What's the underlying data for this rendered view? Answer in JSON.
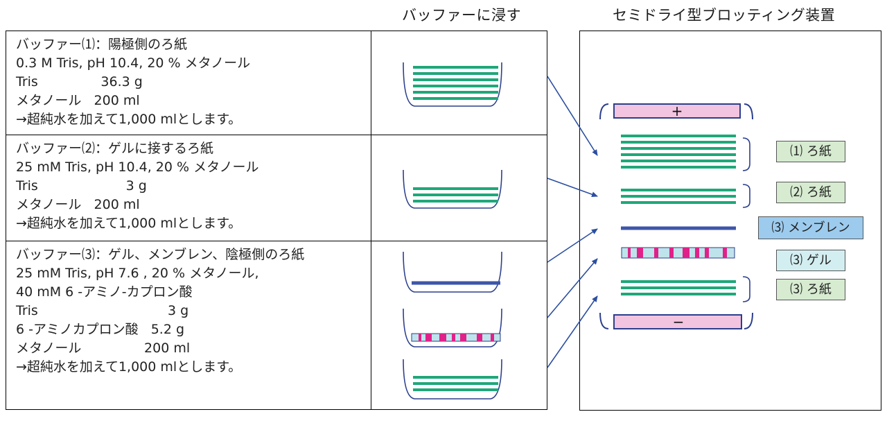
{
  "headers": {
    "soak": "バッファーに浸す",
    "apparatus": "セミドライ型ブロッティング装置"
  },
  "buffers": [
    {
      "lines": [
        "バッファー⑴：陽極側のろ紙",
        "0.3 M Tris, pH 10.4, 20 % メタノール",
        "Tris               36.3 g",
        "メタノール   200 ml",
        "→超純水を加えて1,000 mlとします。"
      ]
    },
    {
      "lines": [
        "バッファー⑵：ゲルに接するろ紙",
        "25 mM Tris, pH 10.4, 20 % メタノール",
        "Tris                     3 g",
        "メタノール   200 ml",
        "→超純水を加えて1,000 mlとします。"
      ]
    },
    {
      "lines": [
        "バッファー⑶：ゲル、メンブレン、陰極側のろ紙",
        "25 mM Tris, pH 7.6 , 20 % メタノール,",
        "40 mM 6 -アミノ-カプロン酸",
        "Tris                               3 g",
        "6 -アミノカプロン酸   5.2 g",
        "メタノール               200 ml",
        "→超純水を加えて1,000 mlとします。"
      ]
    }
  ],
  "stack": {
    "anode_symbol": "+",
    "cathode_symbol": "−"
  },
  "tags": {
    "paper1": "⑴ ろ紙",
    "paper2": "⑵ ろ紙",
    "membrane": "⑶ メンブレン",
    "gel": "⑶ ゲル",
    "paper3": "⑶ ろ紙"
  },
  "colors": {
    "filter_paper": "#1fa77a",
    "membrane": "#3c56a8",
    "gel_fill": "#bfe3ea",
    "gel_band": "#e0218a",
    "electrode": "#f2c4e0",
    "electrode_border": "#2b3e8c",
    "arrow": "#2b4ea0",
    "tag_green": "#d6ebd0",
    "tag_blue": "#9ccbee",
    "tag_cyan": "#d3eef0"
  }
}
